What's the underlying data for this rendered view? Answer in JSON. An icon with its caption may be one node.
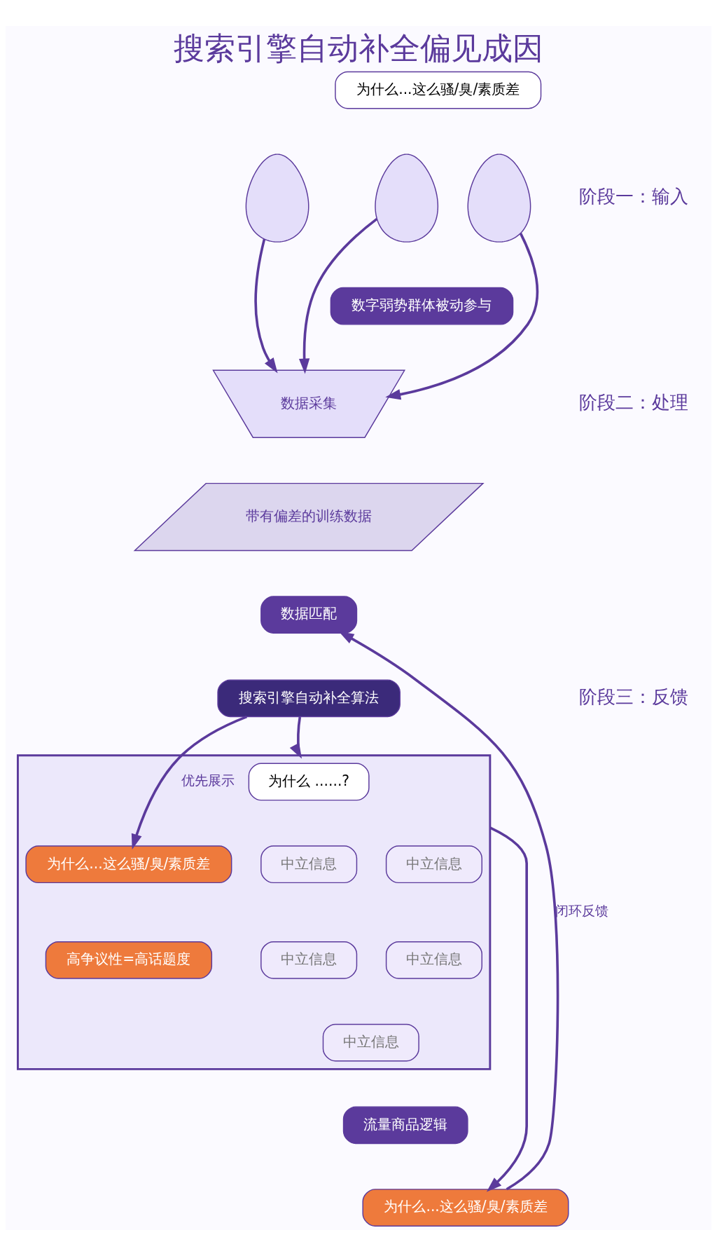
{
  "diagram": {
    "title": "搜索引擎自动补全偏见成因",
    "nodes": [
      {
        "text": [
          "为什么...这么骚/臭/素质差"
        ]
      },
      {
        "text": [],
        "shape": "person"
      },
      {
        "text": [],
        "shape": "person"
      },
      {
        "text": [],
        "shape": "person"
      },
      {
        "text": [
          "数字弱势群体被动参与"
        ]
      },
      {
        "text": [
          "数据采集"
        ]
      },
      {
        "text": [
          "数据匹配"
        ]
      },
      {
        "text": [
          "搜索引擎自动补全算法"
        ]
      },
      {
        "text": [
          "带有偏差的训练数据"
        ]
      },
      {
        "text": [],
        "shape": "box"
      },
      {
        "text": [
          "为什么 ......?"
        ],
        "in": 9
      },
      {
        "text": [
          "中立信息"
        ],
        "in": 9
      },
      {
        "text": [
          "中立信息"
        ],
        "in": 9
      },
      {
        "text": [
          "中立信息"
        ],
        "in": 9
      },
      {
        "text": [
          "为什么...这么骚/臭/素质差"
        ],
        "in": 9
      },
      {
        "text": [
          "高争议性=高话题度"
        ],
        "in": 9
      },
      {
        "text": [
          "中立信息"
        ],
        "in": 9
      },
      {
        "text": [
          "中立信息"
        ],
        "in": 9
      },
      {
        "text": [
          "流量商品逻辑"
        ]
      },
      {
        "text": [
          "为什么...这么骚/臭/素质差"
        ]
      }
    ],
    "edges": [
      {
        "from": 1,
        "to": 5,
        "arrow": "to"
      },
      {
        "from": 2,
        "to": 5,
        "arrow": "to"
      },
      {
        "from": 3,
        "to": 5,
        "arrow": "to"
      },
      {
        "from": 7,
        "to": 9,
        "arrow": "to"
      },
      {
        "from": 7,
        "to": 14,
        "label": "优先展示",
        "arrow": "to"
      },
      {
        "from": 9,
        "to": 19,
        "arrow": "to"
      },
      {
        "from": 19,
        "to": 6,
        "label": "闭环反馈",
        "arrow": "to"
      }
    ],
    "labels": [
      "阶段一：输入",
      "阶段二：处理",
      "阶段三：反馈"
    ]
  }
}
